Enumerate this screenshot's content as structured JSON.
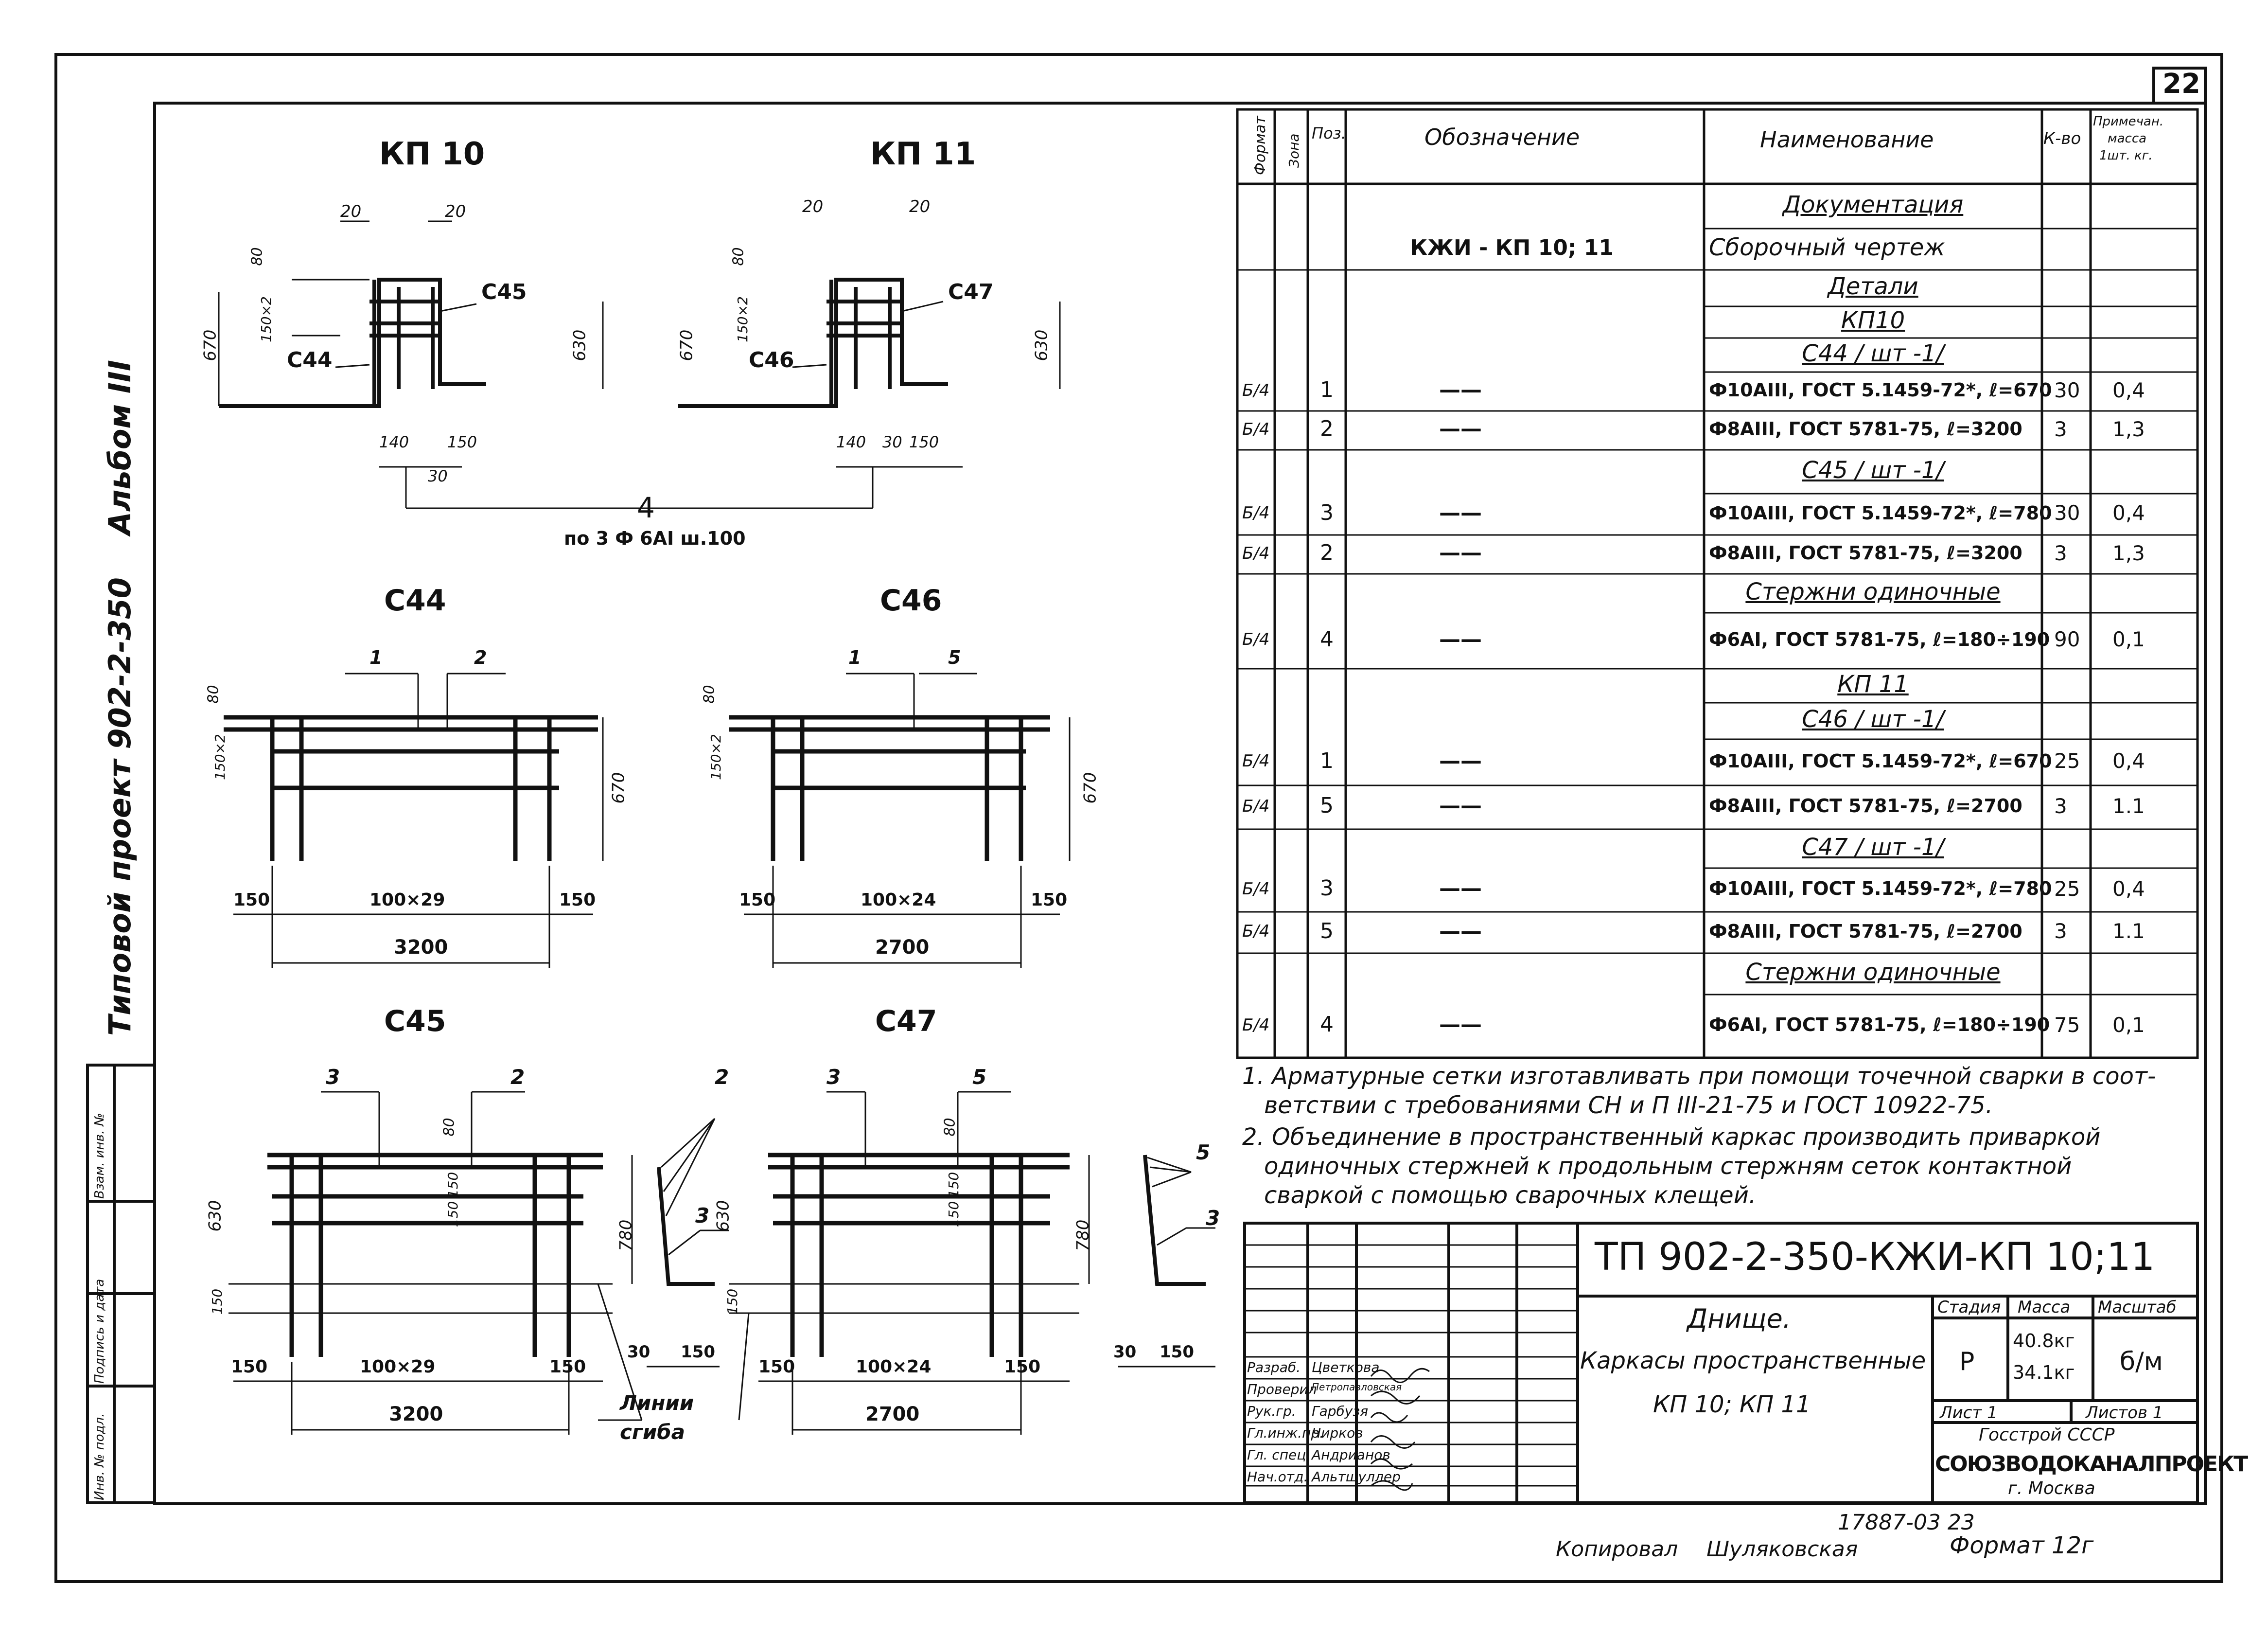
{
  "sheet_number": "22",
  "side_strip": {
    "album": "Альбом III",
    "project": "Типовой проект 902-2-350",
    "stamp_cols": [
      "Инв. № подл.",
      "Подпись и дата",
      "Взам. инв. №"
    ]
  },
  "drawings": {
    "kp10_title": "КП 10",
    "kp11_title": "КП 11",
    "kp10_dims": {
      "top_left": "20",
      "top_right": "20",
      "v80": "80",
      "v150x2": "150×2",
      "h670": "670",
      "h630": "630",
      "b140": "140",
      "b150": "150",
      "b30": "30",
      "lbl_s45": "С45",
      "lbl_s44": "С44"
    },
    "kp11_dims": {
      "top_left": "20",
      "top_right": "20",
      "v80": "80",
      "v150x2": "150×2",
      "h670": "670",
      "h630": "630",
      "b140": "140",
      "b30": "30",
      "b150": "150",
      "lbl_s47": "С47",
      "lbl_s46": "С46"
    },
    "pos4_label": "4",
    "pos4_note": "по 3 Ф 6АI ш.100",
    "s44": {
      "title": "С44",
      "p1": "1",
      "p2": "2",
      "v80": "80",
      "v150x2": "150×2",
      "h670": "670",
      "l150": "150",
      "mid": "100×29",
      "r150": "150",
      "total": "3200"
    },
    "s46": {
      "title": "С46",
      "p1": "1",
      "p5": "5",
      "v80": "80",
      "v150x2": "150×2",
      "h670": "670",
      "l150": "150",
      "mid": "100×24",
      "r150": "150",
      "total": "2700"
    },
    "s45": {
      "title": "С45",
      "p3": "3",
      "p2": "2",
      "v80": "80",
      "v150a": "150",
      "v150b": "150",
      "h630": "630",
      "h780": "780",
      "v150c": "150",
      "l150": "150",
      "mid": "100×29",
      "r150": "150",
      "total": "3200"
    },
    "s47": {
      "title": "С47",
      "p3": "3",
      "p5": "5",
      "v80": "80",
      "v150a": "150",
      "v150b": "150",
      "h630": "630",
      "h780": "780",
      "v150c": "150",
      "l150": "150",
      "mid": "100×24",
      "r150": "150",
      "total": "2700"
    },
    "bend_a": {
      "p2": "2",
      "p3": "3",
      "d30": "30",
      "d150": "150"
    },
    "bend_b": {
      "p5": "5",
      "p3": "3",
      "d30": "30",
      "d150": "150"
    },
    "bend_lines": [
      "Линии",
      "сгиба"
    ]
  },
  "spec": {
    "headers": {
      "format": "Формат",
      "zone": "Зона",
      "pos": "Поз.",
      "designation": "Обозначение",
      "name": "Наименование",
      "qty": "К-во",
      "note": [
        "Примечан.",
        "масса",
        "1шт. кг."
      ]
    },
    "rows": [
      {
        "f": "",
        "pos": "",
        "des": "",
        "name": "Документация",
        "q": "",
        "m": "",
        "style": "section"
      },
      {
        "f": "",
        "pos": "",
        "des": "КЖИ - КП 10; 11",
        "name": "Сборочный чертеж",
        "q": "",
        "m": "",
        "style": "normal"
      },
      {
        "f": "",
        "pos": "",
        "des": "",
        "name": "Детали",
        "q": "",
        "m": "",
        "style": "section"
      },
      {
        "f": "",
        "pos": "",
        "des": "",
        "name": "КП10",
        "q": "",
        "m": "",
        "style": "section"
      },
      {
        "f": "",
        "pos": "",
        "des": "",
        "name": "С44 / шт -1/",
        "q": "",
        "m": "",
        "style": "section"
      },
      {
        "f": "Б/4",
        "pos": "1",
        "des": "——",
        "name": "Ф10АIII, ГОСТ 5.1459-72*, ℓ=670",
        "q": "30",
        "m": "0,4",
        "style": "normal"
      },
      {
        "f": "Б/4",
        "pos": "2",
        "des": "——",
        "name": "Ф8АIII, ГОСТ 5781-75, ℓ=3200",
        "q": "3",
        "m": "1,3",
        "style": "normal"
      },
      {
        "f": "",
        "pos": "",
        "des": "",
        "name": "С45 / шт -1/",
        "q": "",
        "m": "",
        "style": "section"
      },
      {
        "f": "Б/4",
        "pos": "3",
        "des": "——",
        "name": "Ф10АIII, ГОСТ 5.1459-72*, ℓ=780",
        "q": "30",
        "m": "0,4",
        "style": "normal"
      },
      {
        "f": "Б/4",
        "pos": "2",
        "des": "——",
        "name": "Ф8АIII, ГОСТ 5781-75, ℓ=3200",
        "q": "3",
        "m": "1,3",
        "style": "normal"
      },
      {
        "f": "",
        "pos": "",
        "des": "",
        "name": "Стержни одиночные",
        "q": "",
        "m": "",
        "style": "section"
      },
      {
        "f": "Б/4",
        "pos": "4",
        "des": "——",
        "name": "Ф6АI, ГОСТ 5781-75, ℓ=180÷190",
        "q": "90",
        "m": "0,1",
        "style": "normal"
      },
      {
        "f": "",
        "pos": "",
        "des": "",
        "name": "КП 11",
        "q": "",
        "m": "",
        "style": "section"
      },
      {
        "f": "",
        "pos": "",
        "des": "",
        "name": "С46 / шт -1/",
        "q": "",
        "m": "",
        "style": "section"
      },
      {
        "f": "Б/4",
        "pos": "1",
        "des": "——",
        "name": "Ф10АIII, ГОСТ 5.1459-72*, ℓ=670",
        "q": "25",
        "m": "0,4",
        "style": "normal"
      },
      {
        "f": "Б/4",
        "pos": "5",
        "des": "——",
        "name": "Ф8АIII, ГОСТ 5781-75, ℓ=2700",
        "q": "3",
        "m": "1.1",
        "style": "normal"
      },
      {
        "f": "",
        "pos": "",
        "des": "",
        "name": "С47 / шт -1/",
        "q": "",
        "m": "",
        "style": "section"
      },
      {
        "f": "Б/4",
        "pos": "3",
        "des": "——",
        "name": "Ф10АIII, ГОСТ 5.1459-72*, ℓ=780",
        "q": "25",
        "m": "0,4",
        "style": "normal"
      },
      {
        "f": "Б/4",
        "pos": "5",
        "des": "——",
        "name": "Ф8АIII, ГОСТ 5781-75, ℓ=2700",
        "q": "3",
        "m": "1.1",
        "style": "normal"
      },
      {
        "f": "",
        "pos": "",
        "des": "",
        "name": "Стержни одиночные",
        "q": "",
        "m": "",
        "style": "section"
      },
      {
        "f": "Б/4",
        "pos": "4",
        "des": "——",
        "name": "Ф6АI, ГОСТ 5781-75, ℓ=180÷190",
        "q": "75",
        "m": "0,1",
        "style": "normal"
      }
    ]
  },
  "notes": [
    "1. Арматурные сетки изготавливать при помощи точечной сварки в соот-",
    "ветствии с требованиями СН и П III-21-75 и ГОСТ 10922-75.",
    "2. Объединение в пространственный каркас производить приваркой",
    "одиночных стержней к продольным стержням сеток контактной",
    "сваркой с помощью сварочных клещей."
  ],
  "title_block": {
    "code": "ТП 902-2-350-КЖИ-КП 10;11",
    "part": "Днище.",
    "desc1": "Каркасы пространственные",
    "desc2": "КП 10; КП 11",
    "stage_h": "Стадия",
    "mass_h": "Масса",
    "scale_h": "Масштаб",
    "stage": "Р",
    "mass1": "40.8кг",
    "mass2": "34.1кг",
    "scale": "б/м",
    "sheet": "Лист 1",
    "sheets": "Листов 1",
    "org1": "Госстрой СССР",
    "org2": "СОЮЗВОДОКАНАЛПРОЕКТ",
    "org3": "г. Москва",
    "people": [
      {
        "role": "Разраб.",
        "name": "Цветкова"
      },
      {
        "role": "Проверил",
        "name": "Петропавловская"
      },
      {
        "role": "Рук.гр.",
        "name": "Гарбузя"
      },
      {
        "role": "Гл.инж.пр.",
        "name": "Чирков"
      },
      {
        "role": "Гл. спец.",
        "name": "Андрианов"
      },
      {
        "role": "Нач.отд.",
        "name": "Альтшуллер"
      }
    ]
  },
  "footer": {
    "copied": "Копировал",
    "copier": "Шуляковская",
    "order": "17887-03 23",
    "format": "Формат 12г"
  }
}
